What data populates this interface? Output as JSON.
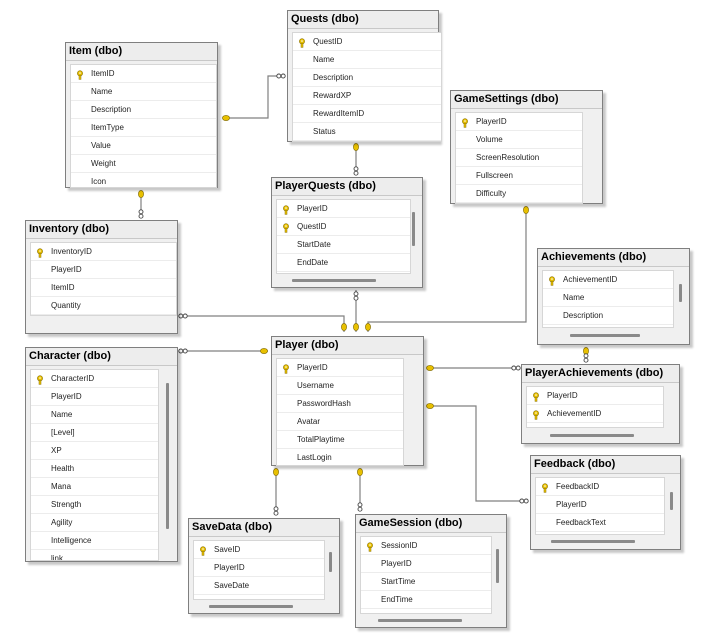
{
  "diagram": {
    "tables": {
      "quests": {
        "title": "Quests (dbo)",
        "columns": [
          {
            "name": "QuestID",
            "pk": true
          },
          {
            "name": "Name",
            "pk": false
          },
          {
            "name": "Description",
            "pk": false
          },
          {
            "name": "RewardXP",
            "pk": false
          },
          {
            "name": "RewardItemID",
            "pk": false
          },
          {
            "name": "Status",
            "pk": false
          }
        ]
      },
      "item": {
        "title": "Item (dbo)",
        "columns": [
          {
            "name": "ItemID",
            "pk": true
          },
          {
            "name": "Name",
            "pk": false
          },
          {
            "name": "Description",
            "pk": false
          },
          {
            "name": "ItemType",
            "pk": false
          },
          {
            "name": "Value",
            "pk": false
          },
          {
            "name": "Weight",
            "pk": false
          },
          {
            "name": "Icon",
            "pk": false
          }
        ]
      },
      "game_settings": {
        "title": "GameSettings (dbo)",
        "columns": [
          {
            "name": "PlayerID",
            "pk": true
          },
          {
            "name": "Volume",
            "pk": false
          },
          {
            "name": "ScreenResolution",
            "pk": false
          },
          {
            "name": "Fullscreen",
            "pk": false
          },
          {
            "name": "Difficulty",
            "pk": false
          }
        ]
      },
      "player_quests": {
        "title": "PlayerQuests (dbo)",
        "columns": [
          {
            "name": "PlayerID",
            "pk": true
          },
          {
            "name": "QuestID",
            "pk": true
          },
          {
            "name": "StartDate",
            "pk": false
          },
          {
            "name": "EndDate",
            "pk": false
          }
        ]
      },
      "inventory": {
        "title": "Inventory (dbo)",
        "columns": [
          {
            "name": "InventoryID",
            "pk": true
          },
          {
            "name": "PlayerID",
            "pk": false
          },
          {
            "name": "ItemID",
            "pk": false
          },
          {
            "name": "Quantity",
            "pk": false
          }
        ]
      },
      "achievements": {
        "title": "Achievements (dbo)",
        "columns": [
          {
            "name": "AchievementID",
            "pk": true
          },
          {
            "name": "Name",
            "pk": false
          },
          {
            "name": "Description",
            "pk": false
          }
        ]
      },
      "character": {
        "title": "Character (dbo)",
        "columns": [
          {
            "name": "CharacterID",
            "pk": true
          },
          {
            "name": "PlayerID",
            "pk": false
          },
          {
            "name": "Name",
            "pk": false
          },
          {
            "name": "[Level]",
            "pk": false
          },
          {
            "name": "XP",
            "pk": false
          },
          {
            "name": "Health",
            "pk": false
          },
          {
            "name": "Mana",
            "pk": false
          },
          {
            "name": "Strength",
            "pk": false
          },
          {
            "name": "Agility",
            "pk": false
          },
          {
            "name": "Intelligence",
            "pk": false
          },
          {
            "name": "link",
            "pk": false
          }
        ]
      },
      "player": {
        "title": "Player (dbo)",
        "columns": [
          {
            "name": "PlayerID",
            "pk": true
          },
          {
            "name": "Username",
            "pk": false
          },
          {
            "name": "PasswordHash",
            "pk": false
          },
          {
            "name": "Avatar",
            "pk": false
          },
          {
            "name": "TotalPlaytime",
            "pk": false
          },
          {
            "name": "LastLogin",
            "pk": false
          }
        ]
      },
      "player_achievements": {
        "title": "PlayerAchievements (dbo)",
        "columns": [
          {
            "name": "PlayerID",
            "pk": true
          },
          {
            "name": "AchievementID",
            "pk": true
          }
        ]
      },
      "feedback": {
        "title": "Feedback (dbo)",
        "columns": [
          {
            "name": "FeedbackID",
            "pk": true
          },
          {
            "name": "PlayerID",
            "pk": false
          },
          {
            "name": "FeedbackText",
            "pk": false
          }
        ]
      },
      "save_data": {
        "title": "SaveData (dbo)",
        "columns": [
          {
            "name": "SaveID",
            "pk": true
          },
          {
            "name": "PlayerID",
            "pk": false
          },
          {
            "name": "SaveDate",
            "pk": false
          }
        ]
      },
      "game_session": {
        "title": "GameSession (dbo)",
        "columns": [
          {
            "name": "SessionID",
            "pk": true
          },
          {
            "name": "PlayerID",
            "pk": false
          },
          {
            "name": "StartTime",
            "pk": false
          },
          {
            "name": "EndTime",
            "pk": false
          }
        ]
      }
    },
    "colors": {
      "key_icon": "#e8c000",
      "connector": "#808080",
      "key_end": "#e8c000"
    },
    "icons": {
      "primary_key": "key-icon",
      "one_end": "key-connector-icon",
      "many_end": "infinity-connector-icon"
    }
  }
}
